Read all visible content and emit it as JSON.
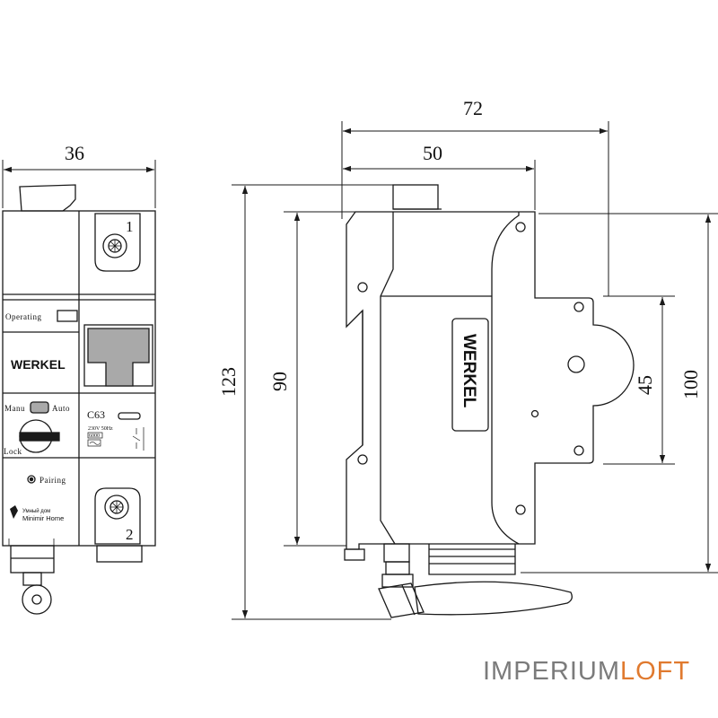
{
  "dimensions": {
    "front_width": "36",
    "side_total_width": "72",
    "side_body_width": "50",
    "total_height": "123",
    "body_height": "90",
    "mid_height": "45",
    "side_height": "100"
  },
  "front_labels": {
    "terminal_top": "1",
    "terminal_bottom": "2",
    "operating": "Operating",
    "brand": "WERKEL",
    "manu": "Manu",
    "auto": "Auto",
    "lock": "Lock",
    "rating": "C63",
    "voltage": "230V  50Hz",
    "capacity": "6000",
    "pairing": "Pairing",
    "smart_home_line1": "Умный дом",
    "smart_home_line2": "Minimir Home"
  },
  "side_labels": {
    "brand": "WERKEL"
  },
  "watermark": {
    "part1": "IMPERIUM",
    "part2": "LOFT"
  },
  "colors": {
    "line": "#1a1a1a",
    "grey_fill": "#a9a9a9",
    "accent": "#e07a2f"
  }
}
